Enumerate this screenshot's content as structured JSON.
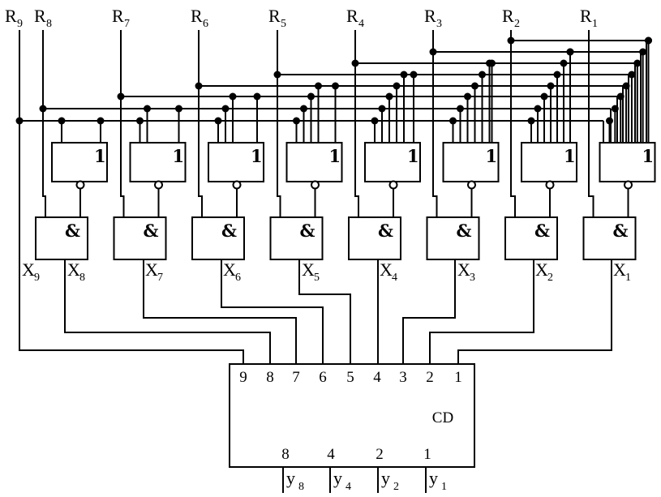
{
  "r_labels": [
    {
      "letter": "R",
      "sub": "9"
    },
    {
      "letter": "R",
      "sub": "8"
    },
    {
      "letter": "R",
      "sub": "7"
    },
    {
      "letter": "R",
      "sub": "6"
    },
    {
      "letter": "R",
      "sub": "5"
    },
    {
      "letter": "R",
      "sub": "4"
    },
    {
      "letter": "R",
      "sub": "3"
    },
    {
      "letter": "R",
      "sub": "2"
    },
    {
      "letter": "R",
      "sub": "1"
    }
  ],
  "x_labels": [
    {
      "letter": "X",
      "sub": "9"
    },
    {
      "letter": "X",
      "sub": "8"
    },
    {
      "letter": "X",
      "sub": "7"
    },
    {
      "letter": "X",
      "sub": "6"
    },
    {
      "letter": "X",
      "sub": "5"
    },
    {
      "letter": "X",
      "sub": "4"
    },
    {
      "letter": "X",
      "sub": "3"
    },
    {
      "letter": "X",
      "sub": "2"
    },
    {
      "letter": "X",
      "sub": "1"
    }
  ],
  "or_gate_symbol": "1",
  "and_gate_symbol": "&",
  "encoder": {
    "name": "CD",
    "inputs": [
      "9",
      "8",
      "7",
      "6",
      "5",
      "4",
      "3",
      "2",
      "1"
    ],
    "output_weights": [
      "8",
      "4",
      "2",
      "1"
    ],
    "outputs": [
      {
        "letter": "y",
        "sub": "8"
      },
      {
        "letter": "y",
        "sub": "4"
      },
      {
        "letter": "y",
        "sub": "2"
      },
      {
        "letter": "y",
        "sub": "1"
      }
    ]
  }
}
